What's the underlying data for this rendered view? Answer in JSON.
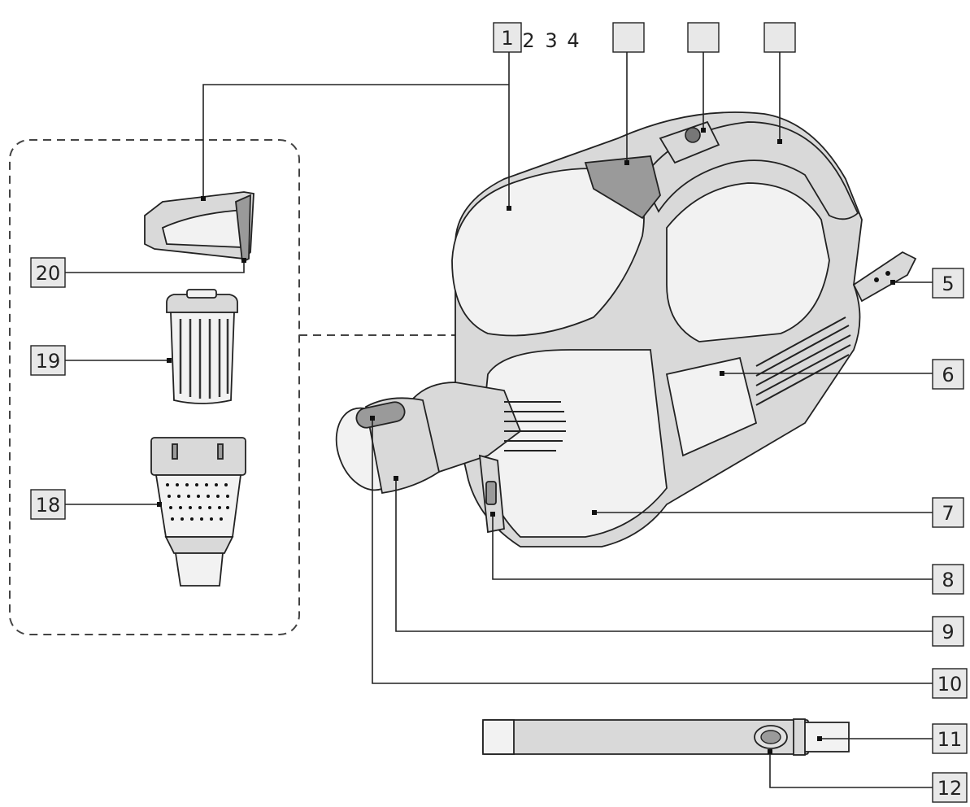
{
  "diagram": {
    "header_digits": [
      "2",
      "3",
      "4"
    ],
    "callouts": [
      {
        "id": "c1",
        "number": "1"
      },
      {
        "id": "c2",
        "number": ""
      },
      {
        "id": "c3",
        "number": ""
      },
      {
        "id": "c4",
        "number": ""
      },
      {
        "id": "c5",
        "number": "5"
      },
      {
        "id": "c6",
        "number": "6"
      },
      {
        "id": "c7",
        "number": "7"
      },
      {
        "id": "c8",
        "number": "8"
      },
      {
        "id": "c9",
        "number": "9"
      },
      {
        "id": "c10",
        "number": "10"
      },
      {
        "id": "c11",
        "number": "11"
      },
      {
        "id": "c12",
        "number": "12"
      },
      {
        "id": "c18",
        "number": "18"
      },
      {
        "id": "c19",
        "number": "19"
      },
      {
        "id": "c20",
        "number": "20"
      }
    ]
  }
}
